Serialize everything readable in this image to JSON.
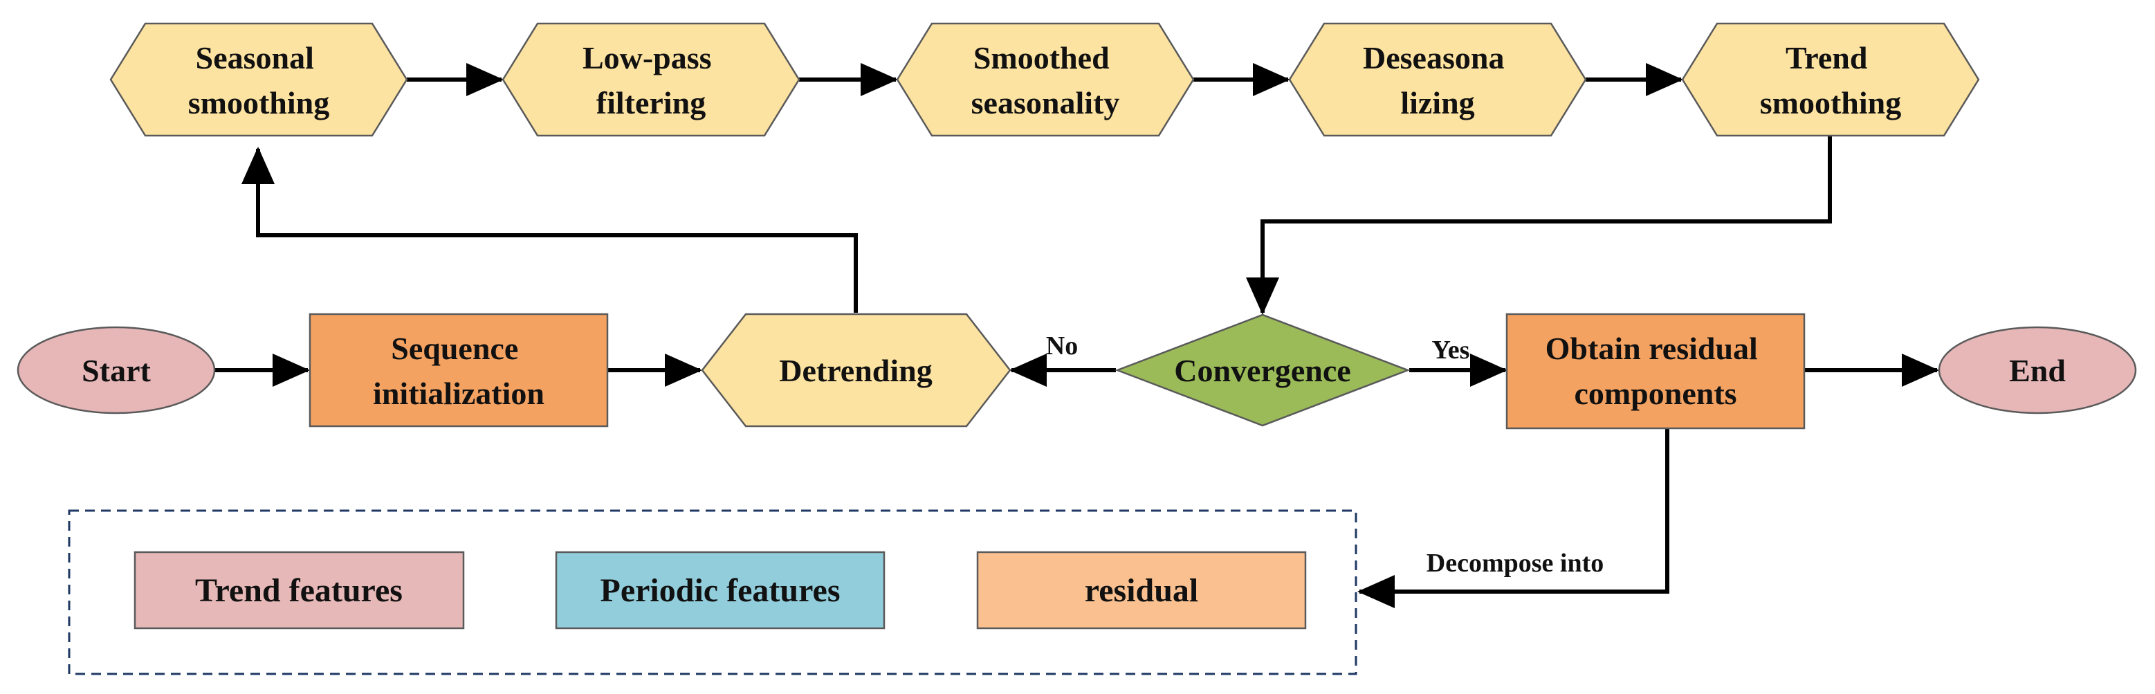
{
  "colors": {
    "hexagon_fill": "#FDE3A1",
    "process_fill": "#F4A261",
    "terminal_fill": "#E7B7B8",
    "decision_fill": "#9BBB59",
    "legend_trend": "#E6B8B7",
    "legend_periodic": "#92CDDC",
    "legend_residual": "#FAC090",
    "legend_border": "#1F3864"
  },
  "nodes": {
    "seasonal_smoothing": [
      "Seasonal",
      "smoothing"
    ],
    "low_pass_filtering": [
      "Low-pass",
      "filtering"
    ],
    "smoothed_seasonality": [
      "Smoothed",
      "seasonality"
    ],
    "deseasonalizing": [
      "Deseasona",
      "lizing"
    ],
    "trend_smoothing": [
      "Trend",
      "smoothing"
    ],
    "start": "Start",
    "sequence_initialization": [
      "Sequence",
      "initialization"
    ],
    "detrending": "Detrending",
    "convergence": "Convergence",
    "obtain_residual": [
      "Obtain residual",
      "components"
    ],
    "end": "End"
  },
  "edge_labels": {
    "no": "No",
    "yes": "Yes",
    "decompose_into": "Decompose into"
  },
  "legend": {
    "trend_features": "Trend features",
    "periodic_features": "Periodic features",
    "residual": "residual"
  }
}
